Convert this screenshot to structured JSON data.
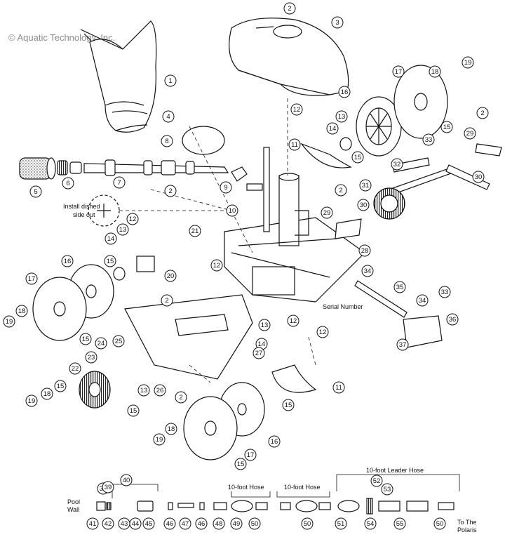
{
  "copyright": "© Aquatic Technology, Inc.",
  "captions": {
    "install_note_line1": "Install dished",
    "install_note_line2": "side out",
    "serial_number": "Serial Number",
    "pool_wall_line1": "Pool",
    "pool_wall_line2": "Wall",
    "hose_a": "10-foot Hose",
    "hose_b": "10-foot Hose",
    "leader_hose": "10-foot Leader Hose",
    "to_polaris_line1": "To The",
    "to_polaris_line2": "Polaris"
  },
  "callouts": [
    {
      "id": "c1",
      "n": "1"
    },
    {
      "id": "c2a",
      "n": "2"
    },
    {
      "id": "c3",
      "n": "3"
    },
    {
      "id": "c4",
      "n": "4"
    },
    {
      "id": "c5",
      "n": "5"
    },
    {
      "id": "c6",
      "n": "6"
    },
    {
      "id": "c7",
      "n": "7"
    },
    {
      "id": "c8",
      "n": "8"
    },
    {
      "id": "c9",
      "n": "9"
    },
    {
      "id": "c10",
      "n": "10"
    },
    {
      "id": "c11a",
      "n": "11"
    },
    {
      "id": "c12a",
      "n": "12"
    },
    {
      "id": "c13a",
      "n": "13"
    },
    {
      "id": "c14a",
      "n": "14"
    },
    {
      "id": "c15a",
      "n": "15"
    },
    {
      "id": "c16a",
      "n": "16"
    },
    {
      "id": "c17a",
      "n": "17"
    },
    {
      "id": "c18a",
      "n": "18"
    },
    {
      "id": "c19a",
      "n": "19"
    },
    {
      "id": "c15b",
      "n": "15"
    },
    {
      "id": "c2b",
      "n": "2"
    },
    {
      "id": "c29a",
      "n": "29"
    },
    {
      "id": "c33a",
      "n": "33"
    },
    {
      "id": "c32",
      "n": "32"
    },
    {
      "id": "c30a",
      "n": "30"
    },
    {
      "id": "c31",
      "n": "31"
    },
    {
      "id": "c2c",
      "n": "2"
    },
    {
      "id": "c30b",
      "n": "30"
    },
    {
      "id": "c29b",
      "n": "29"
    },
    {
      "id": "c2d",
      "n": "2"
    },
    {
      "id": "c21",
      "n": "21"
    },
    {
      "id": "c12b",
      "n": "12"
    },
    {
      "id": "c13b",
      "n": "13"
    },
    {
      "id": "c14b",
      "n": "14"
    },
    {
      "id": "c16b",
      "n": "16"
    },
    {
      "id": "c15c",
      "n": "15"
    },
    {
      "id": "c20",
      "n": "20"
    },
    {
      "id": "c17b",
      "n": "17"
    },
    {
      "id": "c18b",
      "n": "18"
    },
    {
      "id": "c19b",
      "n": "19"
    },
    {
      "id": "c15d",
      "n": "15"
    },
    {
      "id": "c12c",
      "n": "12"
    },
    {
      "id": "c28",
      "n": "28"
    },
    {
      "id": "c34a",
      "n": "34"
    },
    {
      "id": "c35",
      "n": "35"
    },
    {
      "id": "c34b",
      "n": "34"
    },
    {
      "id": "c33b",
      "n": "33"
    },
    {
      "id": "c36",
      "n": "36"
    },
    {
      "id": "c37",
      "n": "37"
    },
    {
      "id": "c12d",
      "n": "12"
    },
    {
      "id": "c12e",
      "n": "12"
    },
    {
      "id": "c13c",
      "n": "13"
    },
    {
      "id": "c14c",
      "n": "14"
    },
    {
      "id": "c27",
      "n": "27"
    },
    {
      "id": "c11b",
      "n": "11"
    },
    {
      "id": "c2e",
      "n": "2"
    },
    {
      "id": "c24",
      "n": "24"
    },
    {
      "id": "c25",
      "n": "25"
    },
    {
      "id": "c23",
      "n": "23"
    },
    {
      "id": "c22",
      "n": "22"
    },
    {
      "id": "c13d",
      "n": "13"
    },
    {
      "id": "c26",
      "n": "26"
    },
    {
      "id": "c15e",
      "n": "15"
    },
    {
      "id": "c2f",
      "n": "2"
    },
    {
      "id": "c15f",
      "n": "15"
    },
    {
      "id": "c18c",
      "n": "18"
    },
    {
      "id": "c19c",
      "n": "19"
    },
    {
      "id": "c15g",
      "n": "15"
    },
    {
      "id": "c16c",
      "n": "16"
    },
    {
      "id": "c18d",
      "n": "18"
    },
    {
      "id": "c19d",
      "n": "19"
    },
    {
      "id": "c17c",
      "n": "17"
    },
    {
      "id": "c15h",
      "n": "15"
    },
    {
      "id": "c40",
      "n": "40"
    },
    {
      "id": "c38",
      "n": "38"
    },
    {
      "id": "c39",
      "n": "39"
    },
    {
      "id": "c41",
      "n": "41"
    },
    {
      "id": "c42",
      "n": "42"
    },
    {
      "id": "c43",
      "n": "43"
    },
    {
      "id": "c44",
      "n": "44"
    },
    {
      "id": "c45",
      "n": "45"
    },
    {
      "id": "c46a",
      "n": "46"
    },
    {
      "id": "c47",
      "n": "47"
    },
    {
      "id": "c46b",
      "n": "46"
    },
    {
      "id": "c48",
      "n": "48"
    },
    {
      "id": "c49",
      "n": "49"
    },
    {
      "id": "c50a",
      "n": "50"
    },
    {
      "id": "c50b",
      "n": "50"
    },
    {
      "id": "c51",
      "n": "51"
    },
    {
      "id": "c52",
      "n": "52"
    },
    {
      "id": "c53",
      "n": "53"
    },
    {
      "id": "c54",
      "n": "54"
    },
    {
      "id": "c55",
      "n": "55"
    },
    {
      "id": "c50c",
      "n": "50"
    }
  ]
}
